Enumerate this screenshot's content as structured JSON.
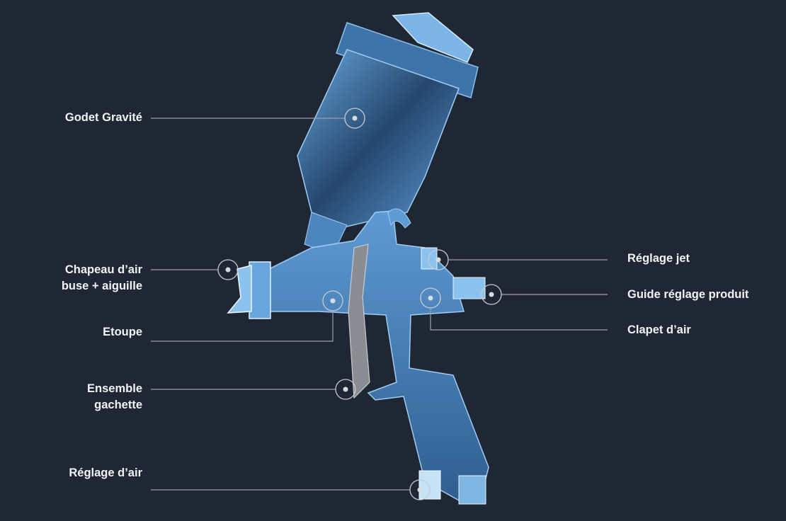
{
  "labels": {
    "godet": "Godet Gravité",
    "chapeau_line1": "Chapeau d’air",
    "chapeau_line2": "buse + aiguille",
    "etoupe": "Etoupe",
    "ensemble_line1": "Ensemble",
    "ensemble_line2": "gachette",
    "reglage_air": "Réglage d’air",
    "reglage_jet": "Réglage jet",
    "guide": "Guide réglage produit",
    "clapet": "Clapet d’air"
  },
  "colors": {
    "background": "#1e2733",
    "gun_blue": "#4f8fd0",
    "gun_light": "#a9d4f5",
    "trigger": "#8a8e93",
    "line": "#9aa1a8"
  }
}
